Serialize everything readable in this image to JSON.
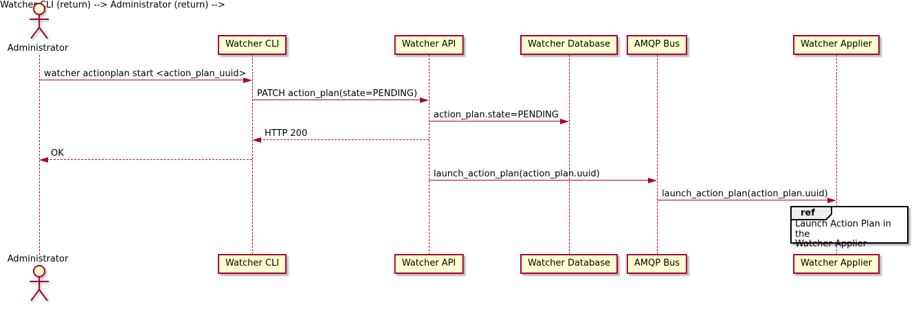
{
  "diagram": {
    "kind": "sequence-diagram",
    "style": "plantuml-classic"
  },
  "colors": {
    "participant_fill": "#FEFECE",
    "stroke_accent": "#A80036",
    "text": "#000000",
    "ref_header_fill": "#EEEEEE",
    "ref_border": "#000000",
    "background": "#FFFFFF"
  },
  "actor": {
    "name": "Administrator"
  },
  "participants": [
    {
      "name": "Watcher CLI"
    },
    {
      "name": "Watcher API"
    },
    {
      "name": "Watcher Database"
    },
    {
      "name": "AMQP Bus"
    },
    {
      "name": "Watcher Applier"
    }
  ],
  "messages": [
    {
      "from": "Administrator",
      "to": "Watcher CLI",
      "text": "watcher actionplan start <action_plan_uuid>",
      "line": "solid",
      "direction": "right"
    },
    {
      "from": "Watcher CLI",
      "to": "Watcher API",
      "text": "PATCH action_plan(state=PENDING)",
      "line": "solid",
      "direction": "right"
    },
    {
      "from": "Watcher API",
      "to": "Watcher Database",
      "text": "action_plan.state=PENDING",
      "line": "solid",
      "direction": "right"
    },
    {
      "from": "Watcher API",
      "to": "Watcher CLI",
      "text": "HTTP 200",
      "line": "dashed",
      "direction": "left"
    },
    {
      "from": "Watcher CLI",
      "to": "Administrator",
      "text": "OK",
      "line": "dashed",
      "direction": "left"
    },
    {
      "from": "Watcher API",
      "to": "AMQP Bus",
      "text": "launch_action_plan(action_plan.uuid)",
      "line": "solid",
      "direction": "right"
    },
    {
      "from": "AMQP Bus",
      "to": "Watcher Applier",
      "text": "launch_action_plan(action_plan.uuid)",
      "line": "solid",
      "direction": "right"
    }
  ],
  "ref": {
    "keyword": "ref",
    "text": "Launch Action Plan in the\nWatcher Applier",
    "over": "Watcher Applier"
  }
}
